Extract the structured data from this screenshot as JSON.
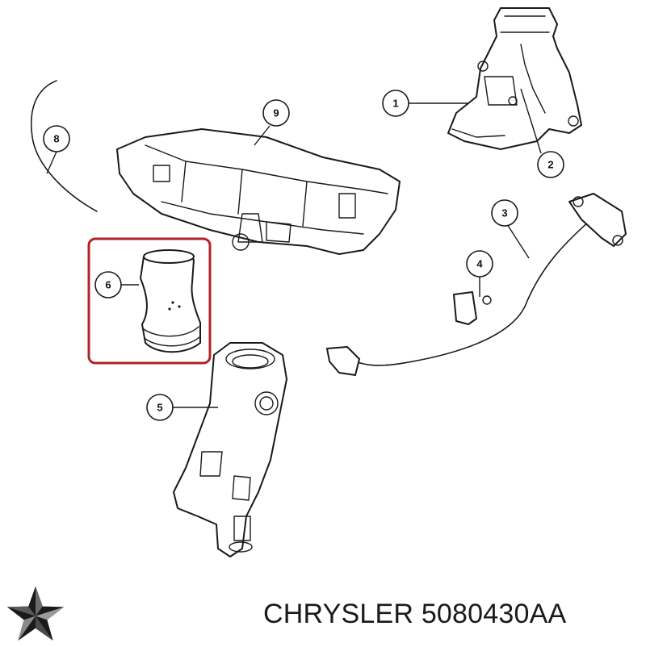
{
  "brand": "CHRYSLER",
  "part_number": "5080430AA",
  "highlight_color": "#b0232a",
  "logo_icon": "chrysler-pentastar-icon",
  "callouts": [
    {
      "id": "callout-1",
      "label": "1"
    },
    {
      "id": "callout-2",
      "label": "2"
    },
    {
      "id": "callout-3",
      "label": "3"
    },
    {
      "id": "callout-4",
      "label": "4"
    },
    {
      "id": "callout-5",
      "label": "5"
    },
    {
      "id": "callout-6",
      "label": "6"
    },
    {
      "id": "callout-8",
      "label": "8"
    },
    {
      "id": "callout-9",
      "label": "9"
    }
  ]
}
